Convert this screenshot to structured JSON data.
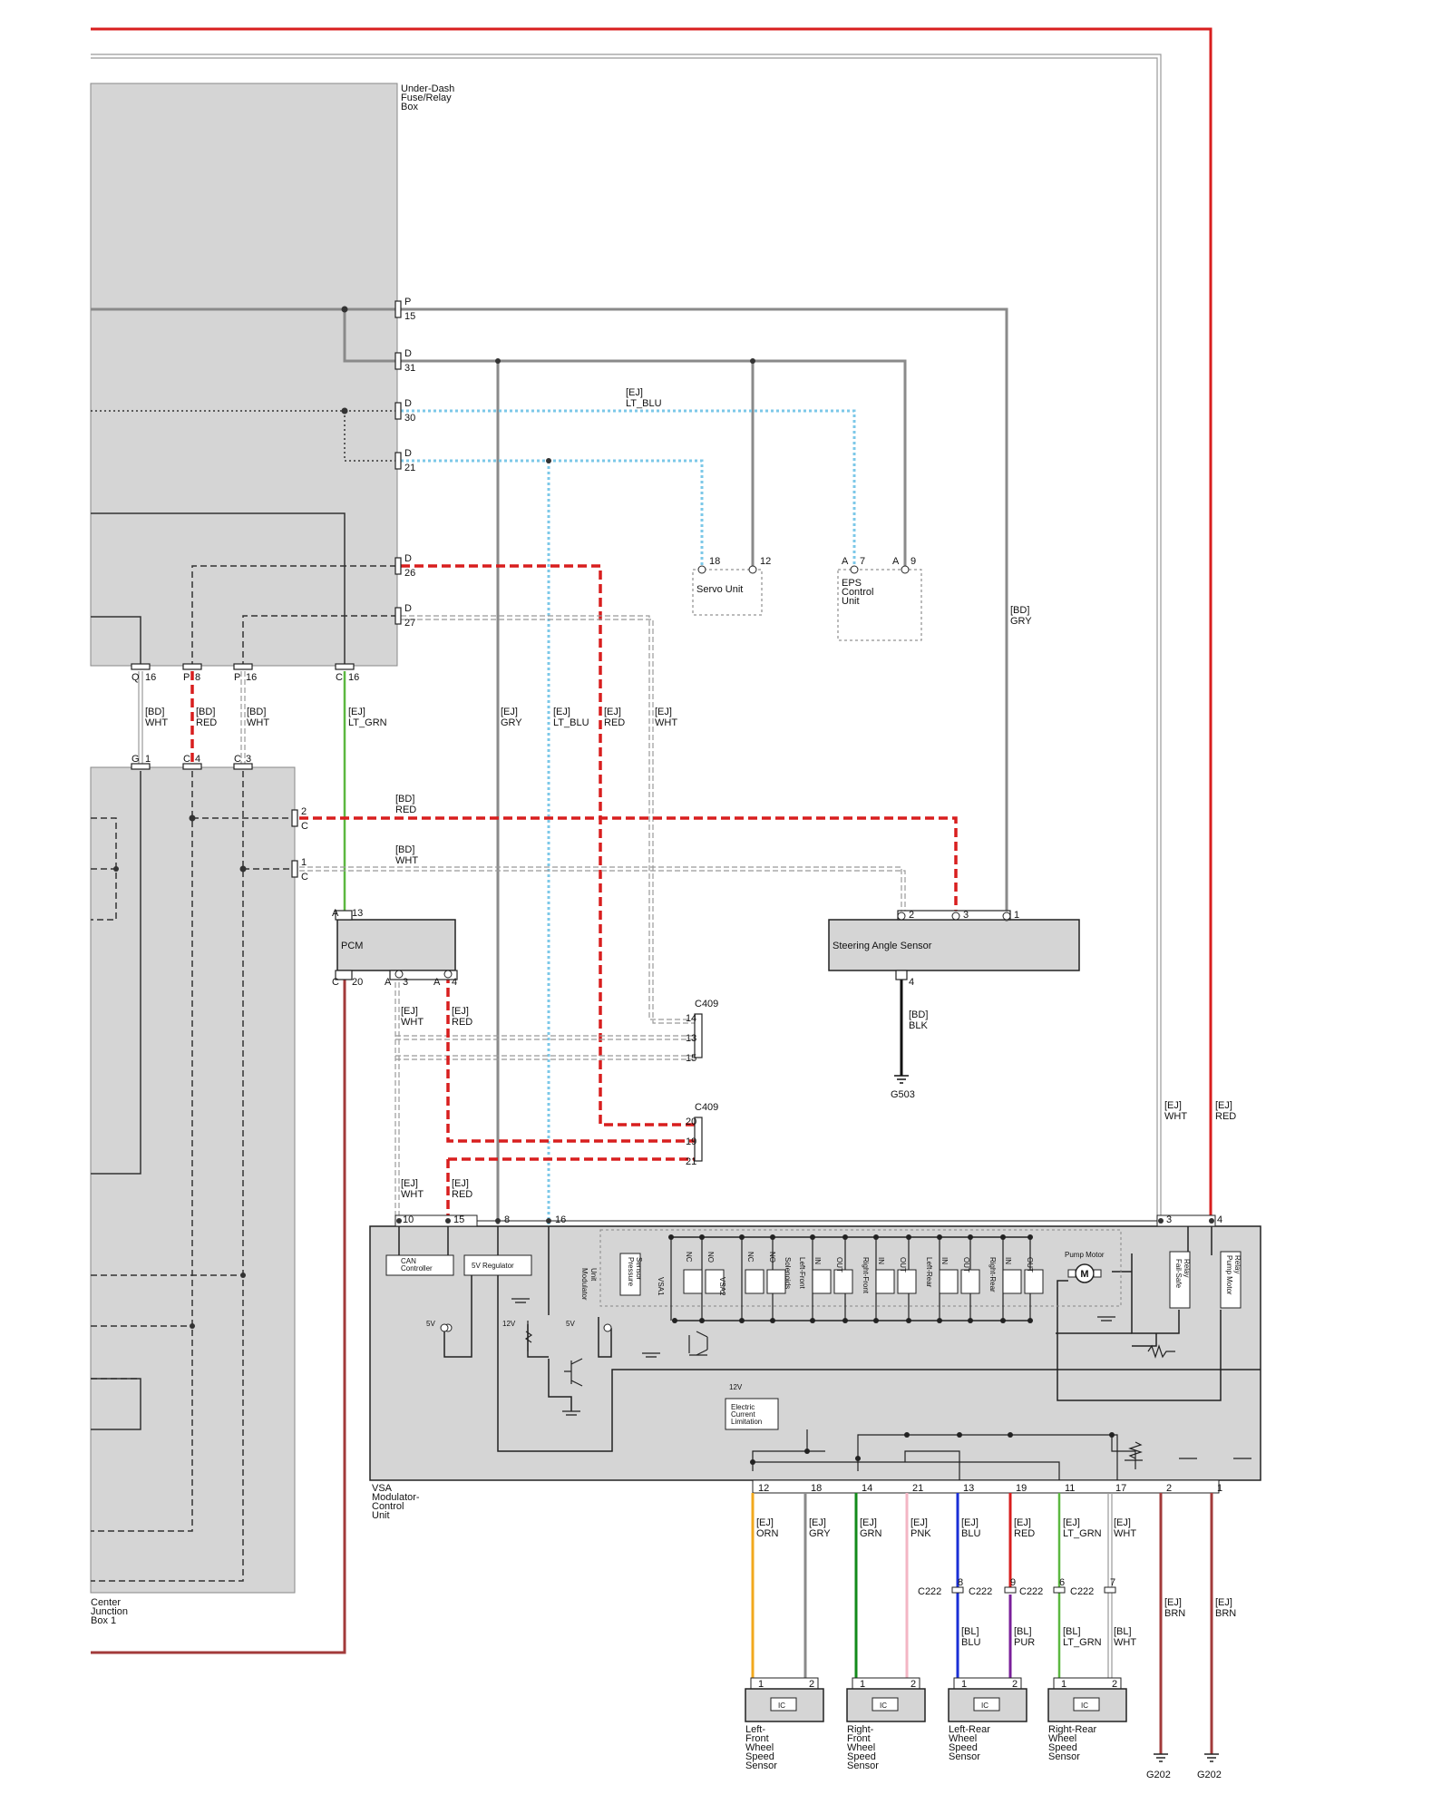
{
  "units": {
    "fuse_box": [
      "Under-Dash",
      "Fuse/Relay",
      "Box"
    ],
    "junction": [
      "Center",
      "Junction",
      "Box 1"
    ],
    "pcm": "PCM",
    "steering": "Steering Angle Sensor",
    "servo": "Servo Unit",
    "eps": [
      "EPS",
      "Control",
      "Unit"
    ],
    "vsa": [
      "VSA",
      "Modulator-",
      "Control",
      "Unit"
    ],
    "can": [
      "CAN",
      "Controller"
    ],
    "reg": "5V Regulator",
    "modulator": [
      "Modulator",
      "Unit"
    ],
    "pressure": [
      "Pressure",
      "Sensor"
    ],
    "vsa1": "VSA1",
    "vsa2": "VSA2",
    "solenoids": "Solenoids",
    "nc": "NC",
    "no": "NO",
    "in": "IN",
    "out": "OUT",
    "left_front": "Left-Front",
    "right_front": "Right-Front",
    "left_rear": "Left-Rear",
    "right_rear": "Right-Rear",
    "pump_motor": "Pump Motor",
    "motor_m": "M",
    "fail_safe": [
      "Fail-Safe",
      "Relay"
    ],
    "pump_relay": [
      "Pump Motor",
      "Relay"
    ],
    "ecl": [
      "Electric",
      "Current",
      "Limitation"
    ],
    "v5": "5V",
    "v12": "12V",
    "ic": "IC"
  },
  "sensors": [
    [
      "Left-",
      "Front",
      "Wheel",
      "Speed",
      "Sensor"
    ],
    [
      "Right-",
      "Front",
      "Wheel",
      "Speed",
      "Sensor"
    ],
    [
      "Left-Rear",
      "Wheel",
      "Speed",
      "Sensor"
    ],
    [
      "Right-Rear",
      "Wheel",
      "Speed",
      "Sensor"
    ]
  ],
  "grounds": {
    "g503": "G503",
    "g202a": "G202",
    "g202b": "G202"
  },
  "connectors": {
    "c409": "C409",
    "c222": "C222"
  },
  "wires": {
    "bd_wht": [
      "[BD]",
      "WHT"
    ],
    "bd_red": [
      "[BD]",
      "RED"
    ],
    "ej_lt_grn": [
      "[EJ]",
      "LT_GRN"
    ],
    "ej_gry": [
      "[EJ]",
      "GRY"
    ],
    "ej_lt_blu": [
      "[EJ]",
      "LT_BLU"
    ],
    "ej_red": [
      "[EJ]",
      "RED"
    ],
    "ej_wht": [
      "[EJ]",
      "WHT"
    ],
    "ej_ltblu_top": [
      "[EJ]",
      "LT_BLU"
    ],
    "bd_gry": [
      "[BD]",
      "GRY"
    ],
    "bd_blk": [
      "[BD]",
      "BLK"
    ],
    "ej_orn": [
      "[EJ]",
      "ORN"
    ],
    "ej_grn": [
      "[EJ]",
      "GRN"
    ],
    "ej_pnk": [
      "[EJ]",
      "PNK"
    ],
    "ej_blu": [
      "[EJ]",
      "BLU"
    ],
    "ej_brn": [
      "[EJ]",
      "BRN"
    ],
    "bl_blu": [
      "[BL]",
      "BLU"
    ],
    "bl_pur": [
      "[BL]",
      "PUR"
    ],
    "bl_lt_grn": [
      "[BL]",
      "LT_GRN"
    ],
    "bl_wht": [
      "[BL]",
      "WHT"
    ]
  },
  "pins": {
    "p15": [
      "P",
      "15"
    ],
    "d31": [
      "D",
      "31"
    ],
    "d30": [
      "D",
      "30"
    ],
    "d21": [
      "D",
      "21"
    ],
    "d26": [
      "D",
      "26"
    ],
    "d27": [
      "D",
      "27"
    ],
    "q16": [
      "Q",
      "16"
    ],
    "p8": [
      "P",
      "8"
    ],
    "p16": [
      "P",
      "16"
    ],
    "c16": [
      "C",
      "16"
    ],
    "g1": [
      "G",
      "1"
    ],
    "c4": [
      "C",
      "4"
    ],
    "c3": [
      "C",
      "3"
    ],
    "c2": [
      "2",
      "C"
    ],
    "c1": [
      "1",
      "C"
    ],
    "a13": [
      "A",
      "13"
    ],
    "c20": [
      "C",
      "20"
    ],
    "a3": [
      "A",
      "3"
    ],
    "a4": [
      "A",
      "4"
    ],
    "servo18": "18",
    "servo12": "12",
    "eps7": [
      "A",
      "7"
    ],
    "eps9": [
      "A",
      "9"
    ],
    "sas2": "2",
    "sas3": "3",
    "sas1": "1",
    "sas4": "4",
    "c409a": [
      "14",
      "13",
      "15"
    ],
    "c409b": [
      "20",
      "19",
      "21"
    ],
    "vsa_top": [
      "10",
      "15",
      "8",
      "16",
      "3",
      "4"
    ],
    "vsa_bottom": [
      "12",
      "18",
      "14",
      "21",
      "13",
      "19",
      "11",
      "17",
      "2",
      "1"
    ],
    "c222": [
      "8",
      "9",
      "6",
      "7"
    ],
    "sensor_pins": [
      "1",
      "2"
    ]
  },
  "colors": {
    "red": "#d81e1e",
    "gray": "#8a8a8a",
    "ltblue": "#7cc8e8",
    "green": "#5cb840",
    "orange": "#f2a81d",
    "pink": "#f3b6c4",
    "blue": "#1a2fd6",
    "purple": "#7a1f9a",
    "darkgreen": "#128a1a",
    "brown": "#a23a3a",
    "boxfill": "#d5d5d5"
  }
}
